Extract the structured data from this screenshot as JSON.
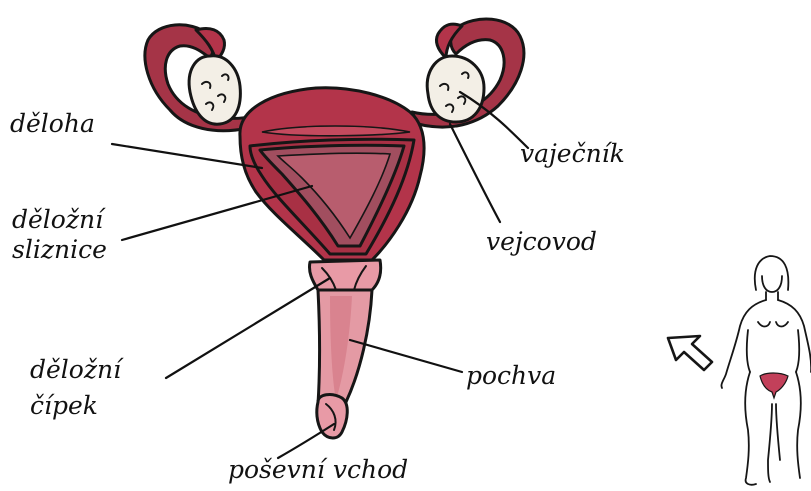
{
  "labels": {
    "uterus": "děloha",
    "endometrium_line1": "děložní",
    "endometrium_line2": "sliznice",
    "cervix_line1": "děložní",
    "cervix_line2": "čípek",
    "ovary": "vaječník",
    "fallopian_tube": "vejcovod",
    "vagina": "pochva",
    "vaginal_opening": "poševní vchod"
  },
  "colors": {
    "uterus_wall": "#b3344a",
    "uterus_dark": "#9a2a3f",
    "endometrium": "#a14e5f",
    "tube": "#a53447",
    "vagina": "#e49aa4",
    "cervix": "#e89aa6",
    "ovary": "#f3efe6",
    "outline": "#161616"
  },
  "icons": {
    "pointer": "arrow-up-left-icon",
    "figure": "female-figure-icon"
  }
}
